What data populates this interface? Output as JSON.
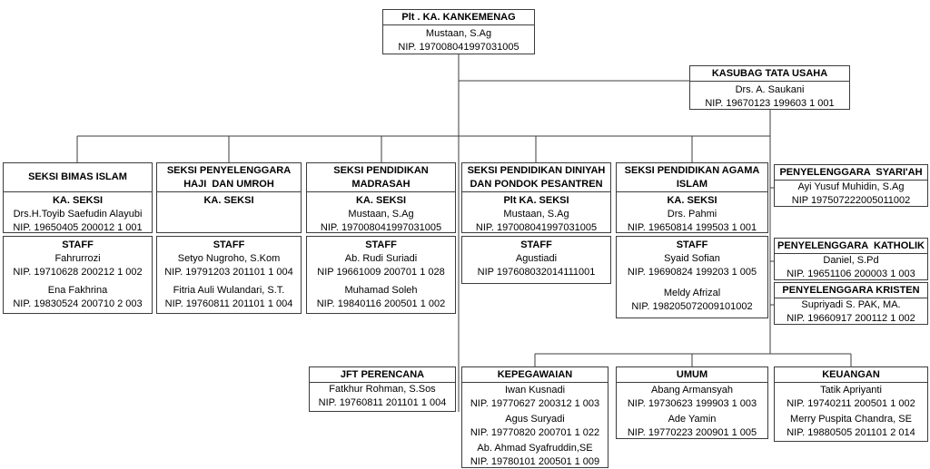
{
  "colors": {
    "border": "#3c3c3c",
    "line": "#3c3c3c",
    "text": "#000000",
    "background": "#ffffff"
  },
  "boxes": {
    "root": {
      "title": "Plt . KA. KANKEMENAG",
      "name": "Mustaan, S.Ag",
      "nip": "NIP. 197008041997031005"
    },
    "kasubag": {
      "title": "KASUBAG TATA USAHA",
      "name": "Drs. A. Saukani",
      "nip": "NIP. 19670123 199603 1 001"
    },
    "seksi": [
      {
        "header": [
          "SEKSI BIMAS ISLAM"
        ],
        "role": "KA. SEKSI",
        "name": "Drs.H.Toyib Saefudin Alayubi",
        "nip": "NIP. 19650405 200012 1 001"
      },
      {
        "header": [
          "SEKSI PENYELENGGARA",
          "HAJI  DAN UMROH"
        ],
        "role": "KA. SEKSI",
        "name": "",
        "nip": ""
      },
      {
        "header": [
          "SEKSI PENDIDIKAN",
          "MADRASAH"
        ],
        "role": "KA. SEKSI",
        "name": "Mustaan, S.Ag",
        "nip": "NIP. 197008041997031005"
      },
      {
        "header": [
          "SEKSI PENDIDIKAN DINIYAH",
          "DAN PONDOK PESANTREN"
        ],
        "role": "Plt KA. SEKSI",
        "name": "Mustaan, S.Ag",
        "nip": "NIP. 197008041997031005"
      },
      {
        "header": [
          "SEKSI PENDIDIKAN AGAMA",
          "ISLAM"
        ],
        "role": "KA. SEKSI",
        "name": "Drs. Pahmi",
        "nip": "NIP. 19650814 199503 1 001"
      }
    ],
    "staff": [
      {
        "label": "STAFF",
        "people": [
          {
            "name": "Fahrurrozi",
            "nip": "NIP. 19710628 200212 1 002"
          },
          {
            "name": "Ena Fakhrina",
            "nip": "NIP. 19830524 200710 2 003"
          }
        ]
      },
      {
        "label": "STAFF",
        "people": [
          {
            "name": "Setyo Nugroho, S.Kom",
            "nip": "NIP. 19791203 201101 1 004"
          },
          {
            "name": "Fitria Auli Wulandari, S.T.",
            "nip": "NIP. 19760811 201101 1 004"
          }
        ]
      },
      {
        "label": "STAFF",
        "people": [
          {
            "name": "Ab. Rudi Suriadi",
            "nip": "NIP 19661009 200701 1 028"
          },
          {
            "name": "Muhamad Soleh",
            "nip": "NIP. 19840116 200501 1 002"
          }
        ]
      },
      {
        "label": "STAFF",
        "people": [
          {
            "name": "Agustiadi",
            "nip": "NIP 197608032014111001"
          }
        ]
      },
      {
        "label": "STAFF",
        "people": [
          {
            "name": "Syaid Sofian",
            "nip": "NIP. 19690824 199203 1 005"
          },
          {
            "name": "Meldy Afrizal",
            "nip": "NIP. 198205072009101002"
          }
        ]
      }
    ],
    "penyelenggara": [
      {
        "title": "PENYELENGGARA  SYARI'AH",
        "name": "Ayi Yusuf Muhidin, S.Ag",
        "nip": "NIP 197507222005011002"
      },
      {
        "title": "PENYELENGGARA  KATHOLIK",
        "name": "Daniel, S.Pd",
        "nip": "NIP. 19651106 200003 1 003"
      },
      {
        "title": "PENYELENGGARA KRISTEN",
        "name": "Supriyadi S. PAK, MA.",
        "nip": "NIP. 19660917 200112 1 002"
      }
    ],
    "bottom": [
      {
        "title": "JFT PERENCANA",
        "people": [
          {
            "name": "Fatkhur Rohman, S.Sos",
            "nip": "NIP. 19760811 201101 1 004"
          }
        ]
      },
      {
        "title": "KEPEGAWAIAN",
        "people": [
          {
            "name": "Iwan Kusnadi",
            "nip": "NIP. 19770627 200312 1 003"
          },
          {
            "name": "Agus Suryadi",
            "nip": "NIP. 19770820 200701 1 022"
          },
          {
            "name": "Ab. Ahmad Syafruddin,SE",
            "nip": "NIP. 19780101 200501 1 009"
          }
        ]
      },
      {
        "title": "UMUM",
        "people": [
          {
            "name": "Abang Armansyah",
            "nip": "NIP. 19730623 199903 1 003"
          },
          {
            "name": "Ade Yamin",
            "nip": "NIP. 19770223 200901 1 005"
          }
        ]
      },
      {
        "title": "KEUANGAN",
        "people": [
          {
            "name": "Tatik Apriyanti",
            "nip": "NIP. 19740211 200501 1 002"
          },
          {
            "name": "Merry Puspita Chandra, SE",
            "nip": "NIP. 19880505 201101 2 014"
          }
        ]
      }
    ]
  }
}
